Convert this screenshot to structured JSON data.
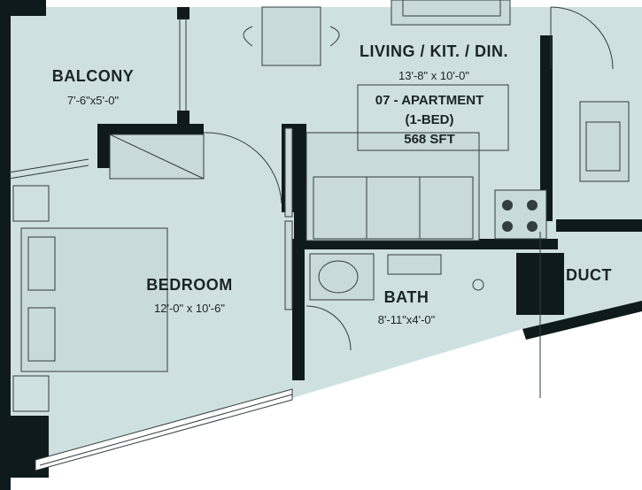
{
  "colors": {
    "floor": "#cfe0e1",
    "wall": "#0f1a1c",
    "line": "#333c3e",
    "background": "#ffffff"
  },
  "apartment": {
    "unit": "07 -  APARTMENT",
    "type": "(1-BED)",
    "area": "568 SFT"
  },
  "rooms": {
    "living": {
      "name": "LIVING / KIT. / DIN.",
      "dims": "13'-8\" x 10'-0\""
    },
    "balcony": {
      "name": "BALCONY",
      "dims": "7'-6\"x5'-0\""
    },
    "bedroom": {
      "name": "BEDROOM",
      "dims": "12'-0\" x 10'-6\""
    },
    "bath": {
      "name": "BATH",
      "dims": "8'-11\"x4'-0\""
    },
    "duct": {
      "name": "DUCT"
    }
  }
}
